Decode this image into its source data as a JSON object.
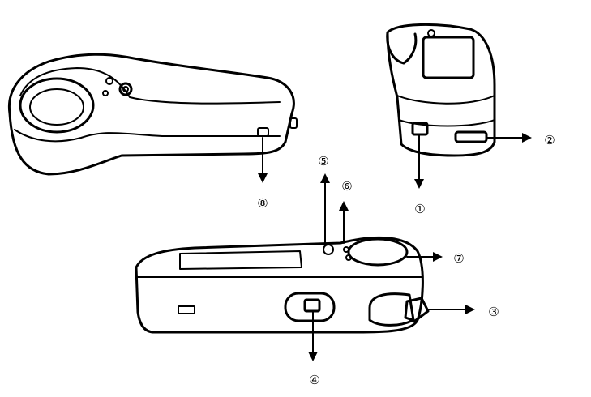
{
  "callouts": [
    {
      "id": "c1",
      "label": "①"
    },
    {
      "id": "c2",
      "label": "②"
    },
    {
      "id": "c3",
      "label": "③"
    },
    {
      "id": "c4",
      "label": "④"
    },
    {
      "id": "c5",
      "label": "⑤"
    },
    {
      "id": "c6",
      "label": "⑥"
    },
    {
      "id": "c7",
      "label": "⑦"
    },
    {
      "id": "c8",
      "label": "⑧"
    }
  ],
  "colors": {
    "ink": "#000000",
    "paper": "#ffffff"
  }
}
